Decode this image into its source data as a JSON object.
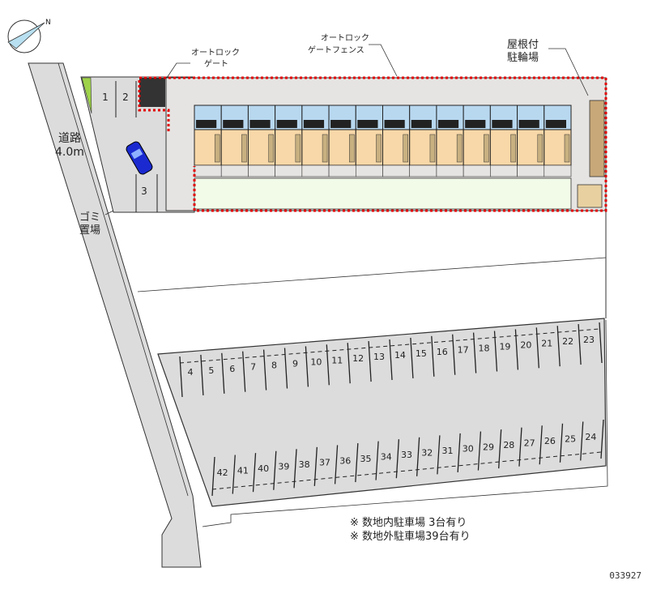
{
  "labels": {
    "road": "道路",
    "road_width": "4.0m",
    "garbage_line1": "ゴミ",
    "garbage_line2": "置場",
    "autolock_gate_line1": "オートロック",
    "autolock_gate_line2": "ゲート",
    "autolock_fence_line1": "オートロック",
    "autolock_fence_line2": "ゲートフェンス",
    "bike_line1": "屋根付",
    "bike_line2": "駐輪場",
    "compass_north": "N"
  },
  "onsite_parking": [
    "1",
    "2",
    "3"
  ],
  "offsite_parking_top": [
    "4",
    "5",
    "6",
    "7",
    "8",
    "9",
    "10",
    "11",
    "12",
    "13",
    "14",
    "15",
    "16",
    "17",
    "18",
    "19",
    "20",
    "21",
    "22",
    "23"
  ],
  "offsite_parking_bottom": [
    "42",
    "41",
    "40",
    "39",
    "38",
    "37",
    "36",
    "35",
    "34",
    "33",
    "32",
    "31",
    "30",
    "29",
    "28",
    "27",
    "26",
    "25",
    "24"
  ],
  "building": {
    "unit_count": 14
  },
  "notes": [
    "※ 数地内駐車場 3台有り",
    "※ 数地外駐車場39台有り"
  ],
  "property_code": "033927",
  "colors": {
    "fence": "#e00000",
    "kitchen": "#b8d8f0",
    "room": "#f8d8a8",
    "garden": "#f2fbe8",
    "paving": "#dcdcdc",
    "car": "#1a2ad0",
    "bike": "#c8a878"
  }
}
